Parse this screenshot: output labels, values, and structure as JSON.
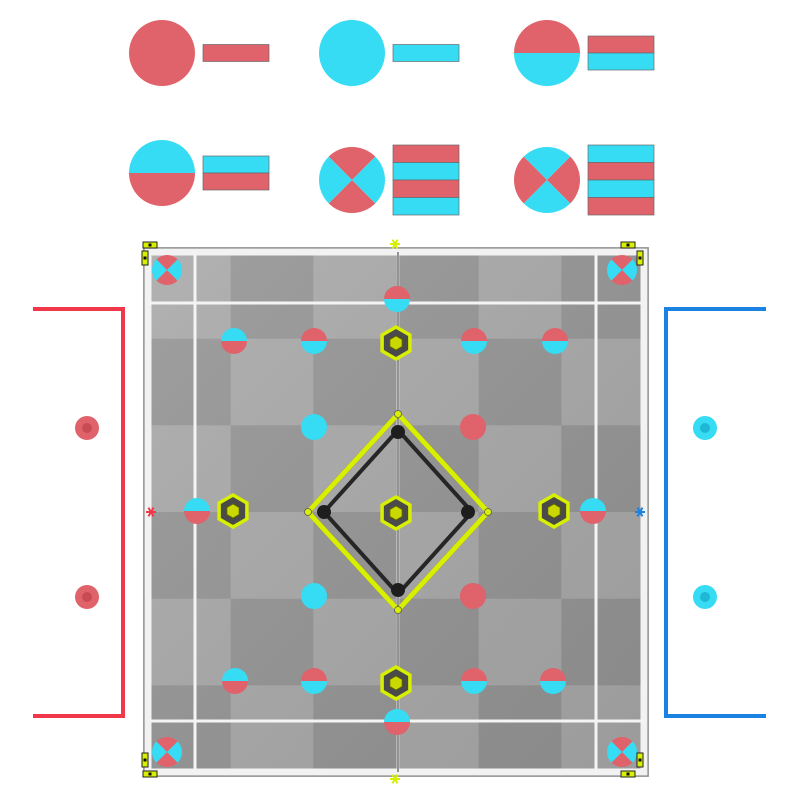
{
  "colors": {
    "red": "#e0626a",
    "cyan": "#35dcf3",
    "red_alliance": "#f0384a",
    "blue_alliance": "#1a82e0",
    "lime": "#d8f000",
    "mat_light": "#a9a9a9",
    "mat_dark": "#959595"
  },
  "legend": {
    "items": [
      {
        "id": "red-mobile-goal",
        "pattern": "red",
        "bars": [
          "red"
        ]
      },
      {
        "id": "blue-mobile-goal",
        "pattern": "cyan",
        "bars": [
          "cyan"
        ]
      },
      {
        "id": "red-top-blue-bottom",
        "pattern": "red-over-cyan",
        "bars": [
          "red",
          "cyan"
        ]
      },
      {
        "id": "blue-top-red-bottom",
        "pattern": "cyan-over-red",
        "bars": [
          "cyan",
          "red"
        ]
      },
      {
        "id": "quad-red-top",
        "pattern": "quad-red-top",
        "bars": [
          "red",
          "cyan",
          "red",
          "cyan"
        ]
      },
      {
        "id": "quad-cyan-top",
        "pattern": "quad-cyan-top",
        "bars": [
          "cyan",
          "red",
          "cyan",
          "red"
        ]
      }
    ]
  },
  "field": {
    "corner_goals": [
      {
        "id": "top-left",
        "pattern": "quad-red-top"
      },
      {
        "id": "top-right",
        "pattern": "quad-red-top"
      },
      {
        "id": "bottom-left",
        "pattern": "quad-red-top"
      },
      {
        "id": "bottom-right",
        "pattern": "quad-red-top"
      }
    ],
    "rings": [
      {
        "id": "ring-top-center",
        "pattern": "red-over-cyan"
      },
      {
        "id": "ring-r1-1",
        "pattern": "cyan-over-red"
      },
      {
        "id": "ring-r1-2",
        "pattern": "red-over-cyan"
      },
      {
        "id": "ring-r1-3",
        "pattern": "red-over-cyan"
      },
      {
        "id": "ring-r1-4",
        "pattern": "red-over-cyan"
      },
      {
        "id": "ring-r2-1",
        "pattern": "cyan"
      },
      {
        "id": "ring-r2-2",
        "pattern": "red"
      },
      {
        "id": "ring-mid-left",
        "pattern": "cyan-over-red"
      },
      {
        "id": "ring-mid-right",
        "pattern": "cyan-over-red"
      },
      {
        "id": "ring-r3-1",
        "pattern": "cyan"
      },
      {
        "id": "ring-r3-2",
        "pattern": "red"
      },
      {
        "id": "ring-r4-1",
        "pattern": "cyan-over-red"
      },
      {
        "id": "ring-r4-2",
        "pattern": "red-over-cyan"
      },
      {
        "id": "ring-r4-3",
        "pattern": "red-over-cyan"
      },
      {
        "id": "ring-r4-4",
        "pattern": "red-over-cyan"
      },
      {
        "id": "ring-bottom-center",
        "pattern": "cyan-over-red"
      }
    ],
    "stakes": [
      {
        "id": "stake-top"
      },
      {
        "id": "stake-center"
      },
      {
        "id": "stake-bottom"
      },
      {
        "id": "stake-left"
      },
      {
        "id": "stake-right"
      }
    ]
  },
  "alliances": {
    "red": {
      "color_key": "red_alliance",
      "rings": 2
    },
    "blue": {
      "color_key": "blue_alliance",
      "rings": 2
    }
  }
}
